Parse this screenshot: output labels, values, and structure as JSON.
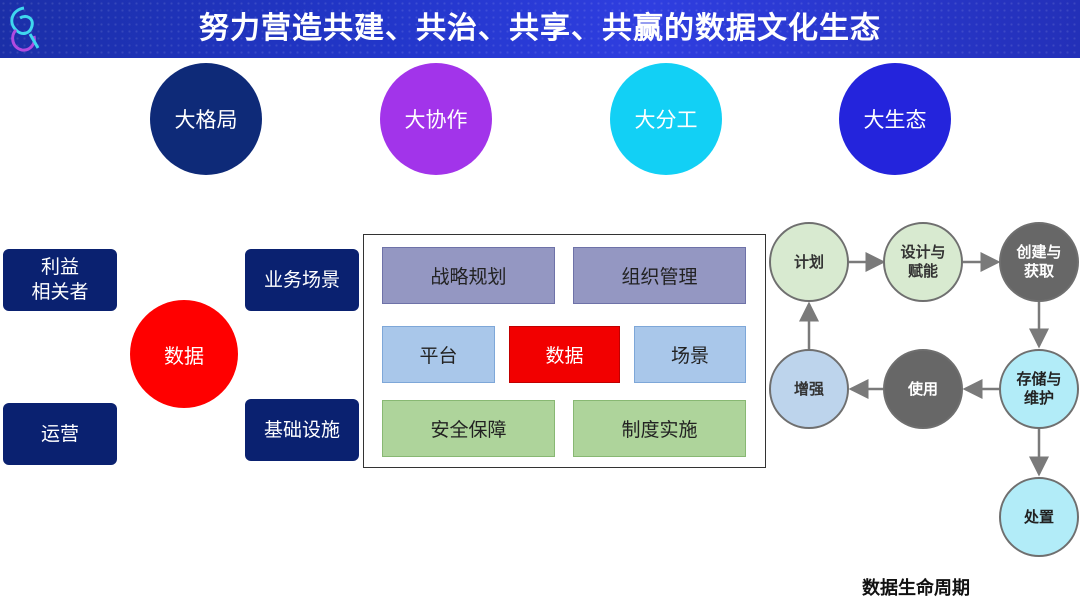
{
  "header": {
    "title": "努力营造共建、共治、共享、共赢的数据文化生态",
    "colors": {
      "bar": "#2236c9"
    }
  },
  "pillars": [
    {
      "label": "大格局",
      "color": "#0e2a78"
    },
    {
      "label": "大协作",
      "color": "#a234ea"
    },
    {
      "label": "大分工",
      "color": "#12d0f5"
    },
    {
      "label": "大生态",
      "color": "#2424dc"
    }
  ],
  "ecosystem": {
    "center": "数据",
    "nodes": {
      "stakeholders": "利益\n相关者",
      "operations": "运营",
      "business_scenarios": "业务场景",
      "infrastructure": "基础设施"
    }
  },
  "framework": {
    "row1": [
      "战略规划",
      "组织管理"
    ],
    "row2": [
      "平台",
      "数据",
      "场景"
    ],
    "row3": [
      "安全保障",
      "制度实施"
    ]
  },
  "lifecycle": {
    "title": "数据生命周期",
    "stages": {
      "plan": "计划",
      "design": "设计与\n赋能",
      "create": "创建与\n获取",
      "store": "存储与\n维护",
      "dispose": "处置",
      "use": "使用",
      "enhance": "增强"
    }
  }
}
